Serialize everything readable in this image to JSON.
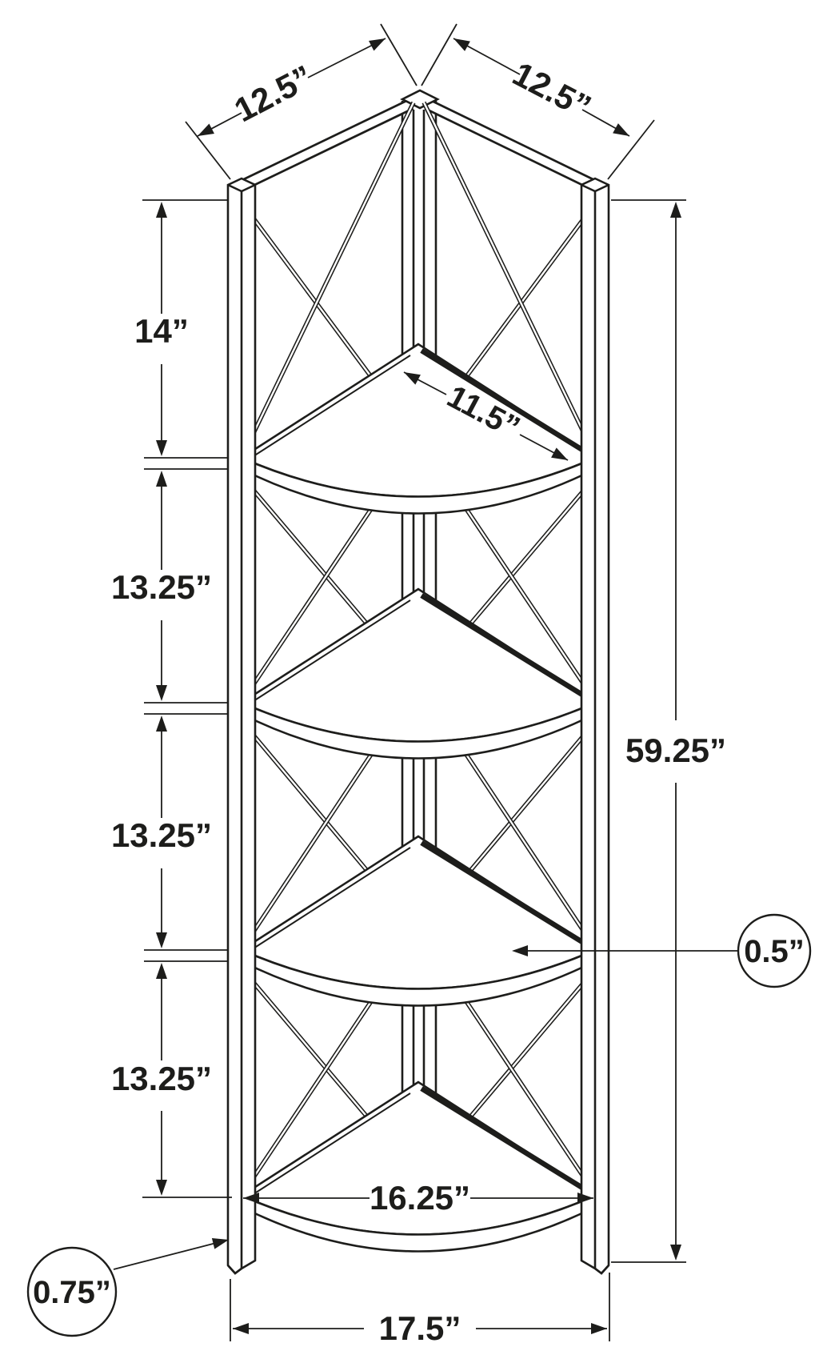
{
  "diagram": {
    "type": "furniture dimension drawing",
    "subject": "4-shelf corner etagere bookcase",
    "units": "inches",
    "ink_color": "#1d1d1b",
    "background_color": "#ffffff",
    "labels": {
      "top_left_width": "12.5”",
      "top_right_width": "12.5”",
      "top_section_height": "14”",
      "section_height_1": "13.25”",
      "section_height_2": "13.25”",
      "section_height_3": "13.25”",
      "shelf_depth": "11.5”",
      "overall_height": "59.25”",
      "bottom_shelf_width": "16.25”",
      "overall_width": "17.5”",
      "shelf_thickness": "0.5”",
      "frame_thickness": "0.75”"
    }
  }
}
